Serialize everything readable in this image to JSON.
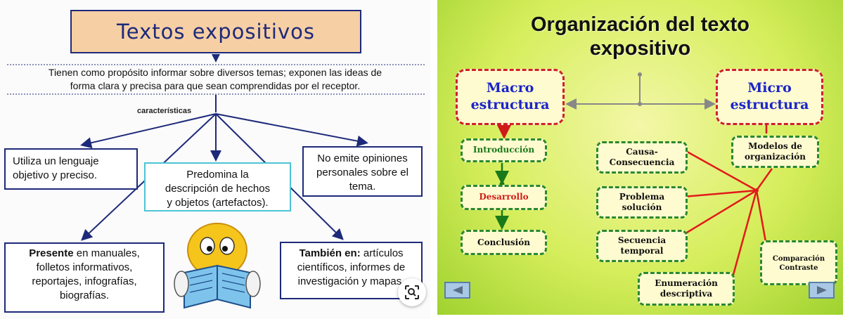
{
  "left": {
    "title": "Textos expositivos",
    "purpose_line1": "Tienen como propósito informar sobre diversos temas; exponen las ideas de",
    "purpose_line2": "forma clara y precisa para que sean comprendidas por el receptor.",
    "characteristics_label": "características",
    "box1_line1": "Utiliza un lenguaje",
    "box1_line2": "objetivo y preciso.",
    "box2_line1": "Predomina la",
    "box2_line2": "descripción de hechos",
    "box2_line3": "y objetos (artefactos).",
    "box3_line1": "No emite opiniones",
    "box3_line2": "personales sobre el",
    "box3_line3": "tema.",
    "box4_bold": "Presente",
    "box4_line1_rest": " en manuales,",
    "box4_line2": "folletos informativos,",
    "box4_line3": "reportajes, infografías,",
    "box4_line4": "biografías.",
    "box5_bold": "También en:",
    "box5_line1_rest": " artículos",
    "box5_line2": "científicos, informes de",
    "box5_line3": "investigación y mapas.",
    "lens_icon": "visual-search-icon"
  },
  "right": {
    "title_line1": "Organización del texto",
    "title_line2": "expositivo",
    "macro_line1": "Macro",
    "macro_line2": "estructura",
    "micro_line1": "Micro",
    "micro_line2": "estructura",
    "introduccion": "Introducción",
    "desarrollo": "Desarrollo",
    "conclusion": "Conclusión",
    "causa_line1": "Causa-",
    "causa_line2": "Consecuencia",
    "problema_line1": "Problema",
    "problema_line2": "solución",
    "secuencia_line1": "Secuencia",
    "secuencia_line2": "temporal",
    "enumeracion_line1": "Enumeración",
    "enumeracion_line2": "descriptiva",
    "modelos_line1": "Modelos de",
    "modelos_line2": "organización",
    "comparacion_line1": "Comparación",
    "comparacion_line2": "Contraste",
    "prev_icon": "triangle-left-icon",
    "next_icon": "triangle-right-icon"
  },
  "colors": {
    "navy": "#1d2a7a",
    "title_fill": "#f6cfa4",
    "cyan_border": "#4cc4d6",
    "red": "#d0202a",
    "green": "#2a8a2a",
    "blue_text": "#1a24c8"
  }
}
